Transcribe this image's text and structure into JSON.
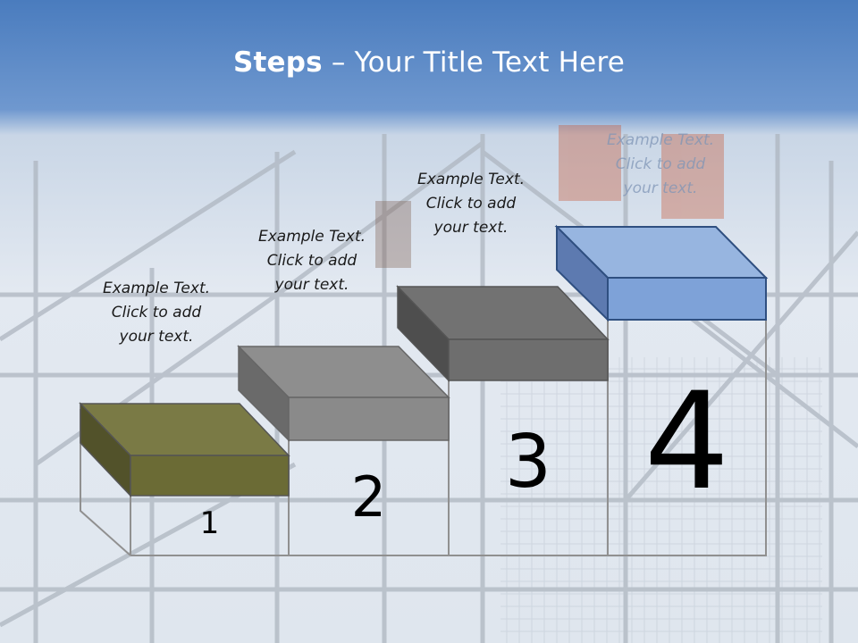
{
  "title": {
    "bold": "Steps",
    "rest": " – Your Title Text Here"
  },
  "steps": [
    {
      "number": "1",
      "lines": [
        "Example Text.",
        "Click  to add",
        "your text."
      ],
      "color": "#6b6b35"
    },
    {
      "number": "2",
      "lines": [
        "Example Text.",
        "Click  to add",
        "your text."
      ],
      "color": "#8a8a8a"
    },
    {
      "number": "3",
      "lines": [
        "Example Text.",
        "Click  to add",
        "your text."
      ],
      "color": "#6e6e6e"
    },
    {
      "number": "4",
      "lines": [
        "Example Text.",
        "Click  to add",
        "your text."
      ],
      "color": "#7ea2d8"
    }
  ],
  "colors": {
    "header_top": "#4c7fc0",
    "header_bottom": "#7fa4d6",
    "sky": "#e6edf5"
  }
}
